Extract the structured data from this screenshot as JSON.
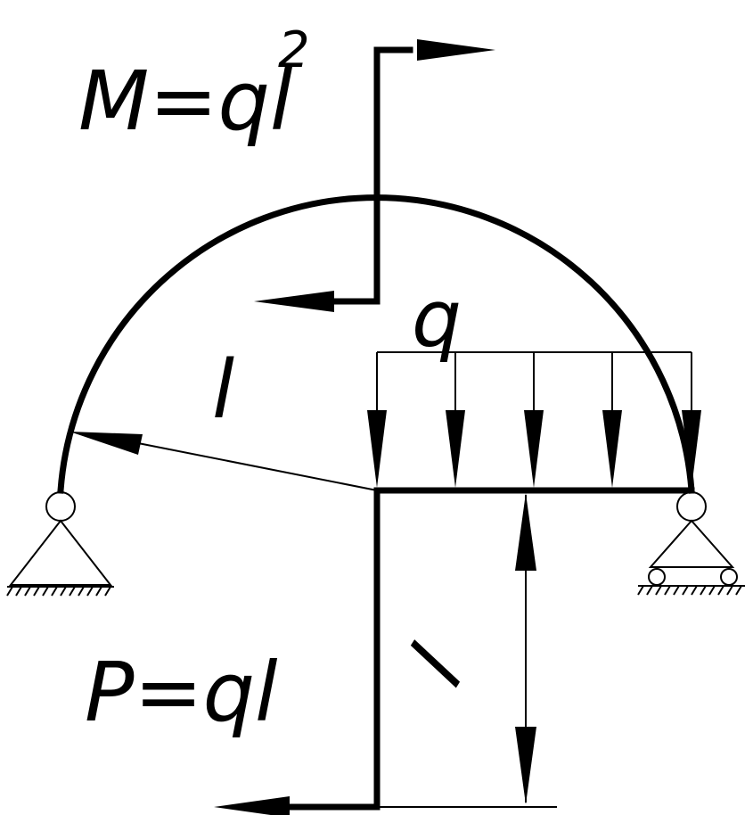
{
  "labels": {
    "moment": "M=ql",
    "moment_exp": "2",
    "load": "q",
    "radius": "l",
    "length": "l",
    "force": "P=ql"
  },
  "colors": {
    "ink": "#000000",
    "paper": "#ffffff"
  }
}
